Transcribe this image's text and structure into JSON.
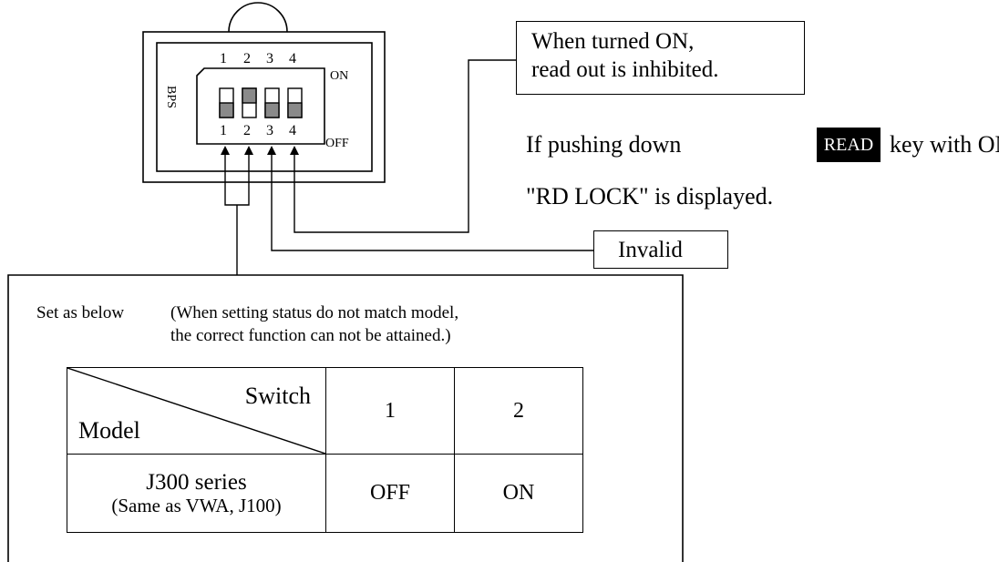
{
  "dip_switch": {
    "label": "BPS",
    "on_label": "ON",
    "off_label": "OFF",
    "top_numbers": [
      "1",
      "2",
      "3",
      "4"
    ],
    "bottom_numbers": [
      "1",
      "2",
      "3",
      "4"
    ],
    "positions": [
      "OFF",
      "ON",
      "OFF",
      "OFF"
    ]
  },
  "callouts": {
    "read_inhibit": {
      "line1": "When turned ON,",
      "line2": "read out is inhibited."
    },
    "read_note": {
      "prefix": "If pushing down",
      "key_label": "READ",
      "suffix": "key with ON,",
      "line2": "\"RD LOCK\" is displayed."
    },
    "invalid": "Invalid"
  },
  "settings": {
    "intro": "Set as below",
    "note_line1": "(When setting status do not match model,",
    "note_line2": "the correct function can not be attained.)",
    "table": {
      "header_switch": "Switch",
      "header_model": "Model",
      "columns": [
        "1",
        "2"
      ],
      "rows": [
        {
          "model": "J300 series",
          "model_note": "(Same as VWA, J100)",
          "values": [
            "OFF",
            "ON"
          ]
        }
      ]
    }
  }
}
